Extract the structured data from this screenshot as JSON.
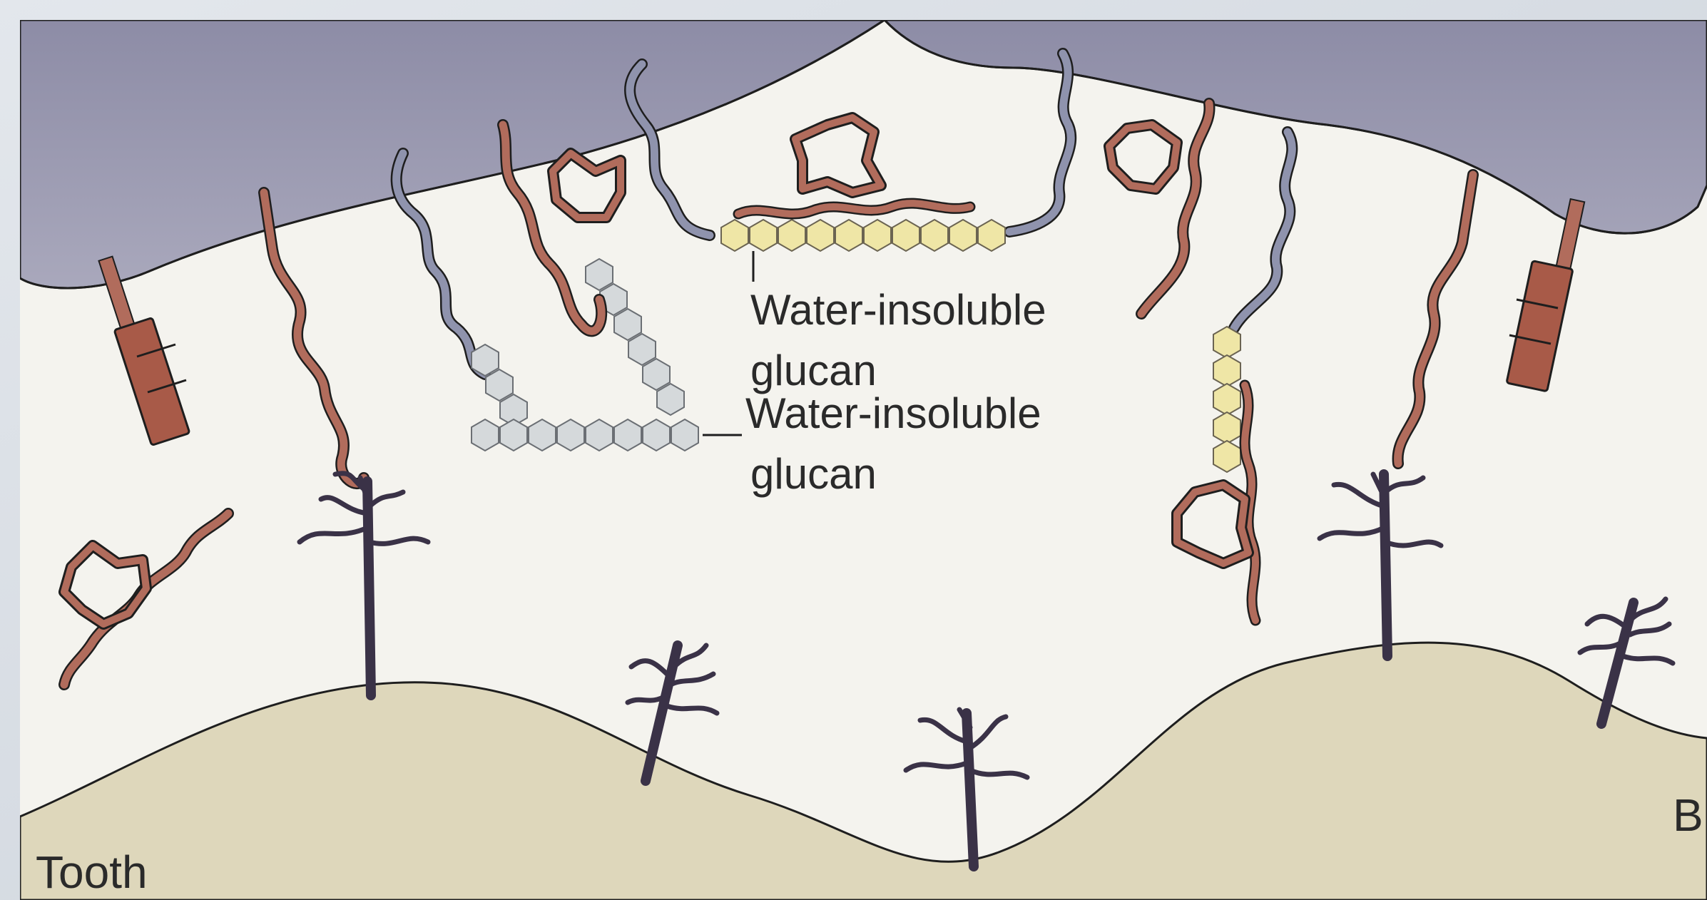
{
  "labels": {
    "glucan_upper_line1": "Water-insoluble",
    "glucan_upper_line2": "glucan",
    "glucan_lower_line1": "Water-insoluble",
    "glucan_lower_line2": "glucan",
    "tooth": "Tooth",
    "panel_letter": "B"
  },
  "colors": {
    "frame_bg": "#d7dde4",
    "bacterium_fill": "#9d9cb3",
    "plaque_bg": "#f4f3ee",
    "tooth_fill": "#ded7bb",
    "adhesin_brown": "#b16c5c",
    "adhesin_gray": "#8f93ad",
    "glucan_yellow": "#efe6a6",
    "glucan_gray": "#d5d9db",
    "receptor_dark": "#3a3247",
    "outline": "#1e1e1e"
  }
}
